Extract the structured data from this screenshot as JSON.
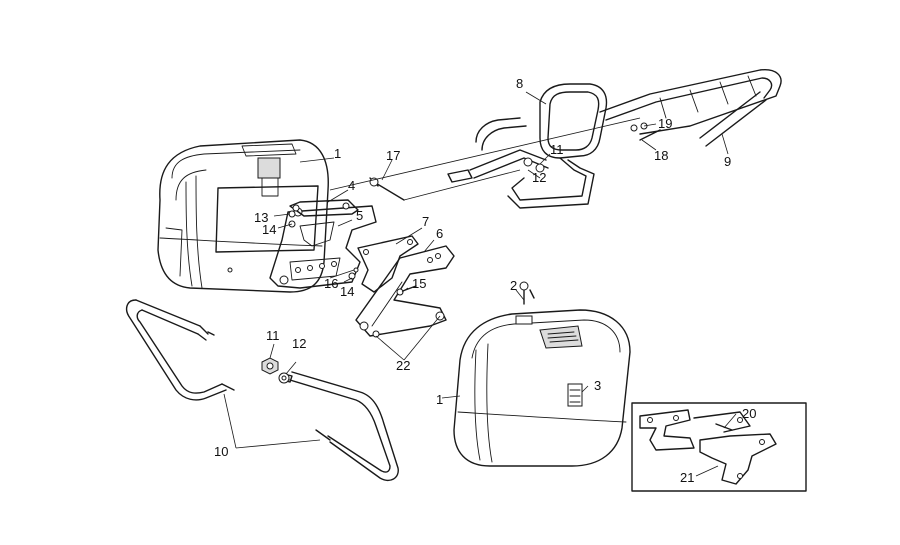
{
  "callouts": [
    {
      "id": "c1a",
      "text": "1"
    },
    {
      "id": "c1b",
      "text": "1"
    },
    {
      "id": "c2",
      "text": "2"
    },
    {
      "id": "c3",
      "text": "3"
    },
    {
      "id": "c4",
      "text": "4"
    },
    {
      "id": "c5",
      "text": "5"
    },
    {
      "id": "c6",
      "text": "6"
    },
    {
      "id": "c7",
      "text": "7"
    },
    {
      "id": "c8",
      "text": "8"
    },
    {
      "id": "c9",
      "text": "9"
    },
    {
      "id": "c10",
      "text": "10"
    },
    {
      "id": "c11a",
      "text": "11"
    },
    {
      "id": "c11b",
      "text": "11"
    },
    {
      "id": "c12a",
      "text": "12"
    },
    {
      "id": "c12b",
      "text": "12"
    },
    {
      "id": "c13",
      "text": "13"
    },
    {
      "id": "c14a",
      "text": "14"
    },
    {
      "id": "c14b",
      "text": "14"
    },
    {
      "id": "c15",
      "text": "15"
    },
    {
      "id": "c16",
      "text": "16"
    },
    {
      "id": "c17",
      "text": "17"
    },
    {
      "id": "c18",
      "text": "18"
    },
    {
      "id": "c19",
      "text": "19"
    },
    {
      "id": "c20",
      "text": "20"
    },
    {
      "id": "c21",
      "text": "21"
    },
    {
      "id": "c22",
      "text": "22"
    }
  ]
}
